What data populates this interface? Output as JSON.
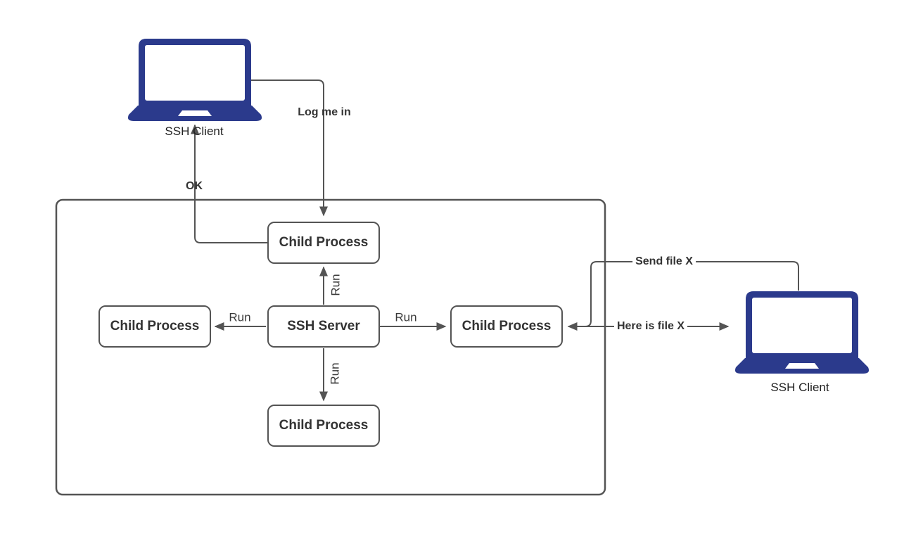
{
  "colors": {
    "laptop_fill": "#2b3a8c",
    "line_stroke": "#545454",
    "node_fill": "#ffffff",
    "node_border": "#545454",
    "text": "#333333"
  },
  "nodes": {
    "ssh_server": {
      "label": "SSH Server"
    },
    "child_top": {
      "label": "Child Process"
    },
    "child_left": {
      "label": "Child Process"
    },
    "child_right": {
      "label": "Child Process"
    },
    "child_bottom": {
      "label": "Child Process"
    },
    "client_top_left": {
      "label": "SSH Client"
    },
    "client_right": {
      "label": "SSH Client"
    }
  },
  "edge_labels": {
    "log_me_in": "Log me in",
    "ok": "OK",
    "run_top": "Run",
    "run_left": "Run",
    "run_right": "Run",
    "run_bottom": "Run",
    "send_file": "Send file X",
    "here_is_file": "Here is file X"
  }
}
